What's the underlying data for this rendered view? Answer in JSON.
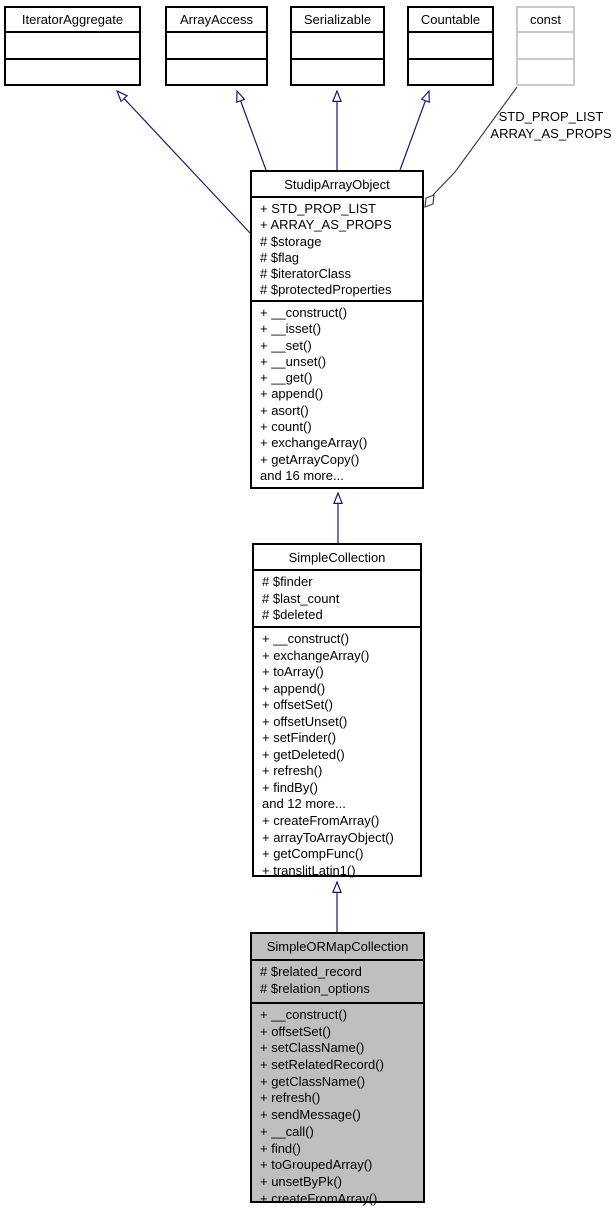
{
  "colors": {
    "inheritance_edge": "#191970",
    "aggregation_edge": "#404040",
    "selected_fill": "#bfbfbf",
    "muted_border": "#c9c9c9"
  },
  "interfaces": [
    {
      "name": "IteratorAggregate"
    },
    {
      "name": "ArrayAccess"
    },
    {
      "name": "Serializable"
    },
    {
      "name": "Countable"
    }
  ],
  "const_node": {
    "name": "const"
  },
  "aggregation_label": {
    "line1": "STD_PROP_LIST",
    "line2": "ARRAY_AS_PROPS"
  },
  "classes": {
    "studip_array_object": {
      "name": "StudipArrayObject",
      "attributes": [
        "+ STD_PROP_LIST",
        "+ ARRAY_AS_PROPS",
        "# $storage",
        "# $flag",
        "# $iteratorClass",
        "# $protectedProperties"
      ],
      "methods": [
        "+ __construct()",
        "+ __isset()",
        "+ __set()",
        "+ __unset()",
        "+ __get()",
        "+ append()",
        "+ asort()",
        "+ count()",
        "+ exchangeArray()",
        "+ getArrayCopy()",
        "and 16 more..."
      ]
    },
    "simple_collection": {
      "name": "SimpleCollection",
      "attributes": [
        "# $finder",
        "# $last_count",
        "# $deleted"
      ],
      "methods": [
        "+ __construct()",
        "+ exchangeArray()",
        "+ toArray()",
        "+ append()",
        "+ offsetSet()",
        "+ offsetUnset()",
        "+ setFinder()",
        "+ getDeleted()",
        "+ refresh()",
        "+ findBy()",
        "and 12 more...",
        "+ createFromArray()",
        "+ arrayToArrayObject()",
        "+ getCompFunc()",
        "+ translitLatin1()"
      ]
    },
    "simple_ormap_collection": {
      "name": "SimpleORMapCollection",
      "attributes": [
        "# $related_record",
        "# $relation_options"
      ],
      "methods": [
        "+ __construct()",
        "+ offsetSet()",
        "+ setClassName()",
        "+ setRelatedRecord()",
        "+ getClassName()",
        "+ refresh()",
        "+ sendMessage()",
        "+ __call()",
        "+ find()",
        "+ toGroupedArray()",
        "+ unsetByPk()",
        "+ createFromArray()"
      ]
    }
  }
}
